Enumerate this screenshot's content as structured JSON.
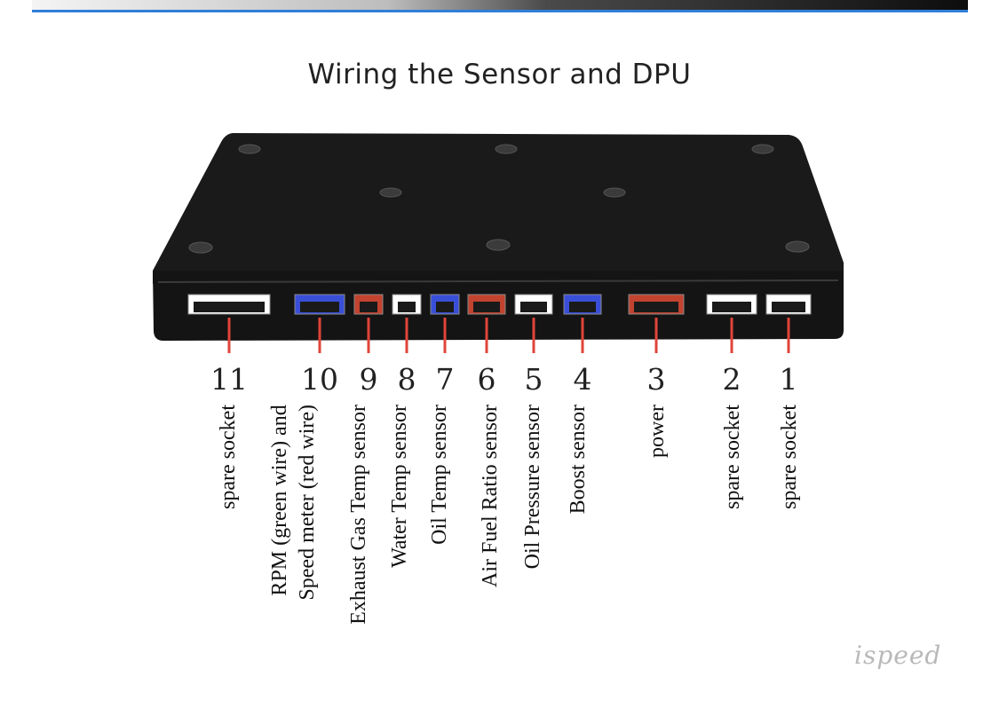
{
  "title": "Wiring the Sensor and DPU",
  "brand": "ispeed",
  "ports": [
    {
      "number": "11",
      "label": "spare socket",
      "color": "#ffffff"
    },
    {
      "number": "10",
      "label": "RPM (green wire) and\nSpeed meter (red wire)",
      "color": "#3a4fd8"
    },
    {
      "number": "9",
      "label": "Exhaust Gas Temp sensor",
      "color": "#c2432f"
    },
    {
      "number": "8",
      "label": "Water Temp sensor",
      "color": "#ffffff"
    },
    {
      "number": "7",
      "label": "Oil Temp sensor",
      "color": "#3a4fd8"
    },
    {
      "number": "6",
      "label": "Air Fuel Ratio sensor",
      "color": "#c2432f"
    },
    {
      "number": "5",
      "label": "Oil Pressure sensor",
      "color": "#ffffff"
    },
    {
      "number": "4",
      "label": "Boost  sensor",
      "color": "#3a4fd8"
    },
    {
      "number": "3",
      "label": "power",
      "color": "#c2432f"
    },
    {
      "number": "2",
      "label": "spare socket",
      "color": "#ffffff"
    },
    {
      "number": "1",
      "label": "spare socket",
      "color": "#ffffff"
    }
  ],
  "colors": {
    "leader_line": "#e0443a",
    "device_body": "#1c1c1c",
    "accent_line": "#2f7fd8"
  }
}
